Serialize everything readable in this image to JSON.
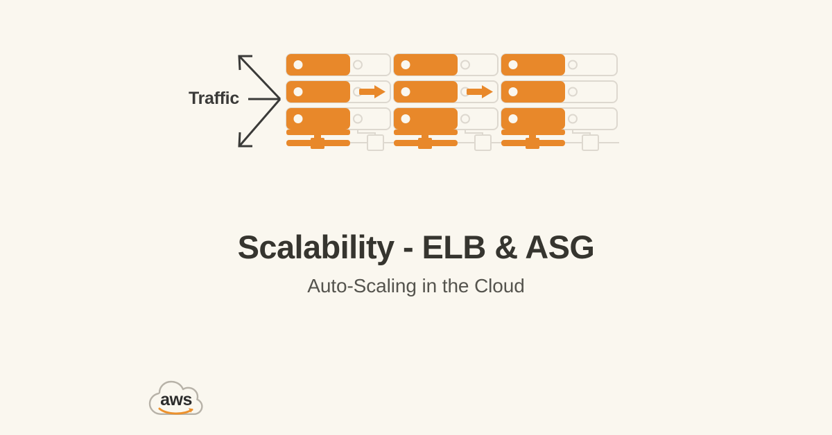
{
  "background_color": "#faf7ef",
  "diagram": {
    "name": "elb-asg-scaling-diagram",
    "traffic_label": "Traffic",
    "colors": {
      "server_active": "#e8882a",
      "server_ghost_stroke": "#dcd7ce",
      "arrow_dark": "#3a3a38",
      "arrow_orange": "#e8882a"
    },
    "groups": [
      {
        "id": "group-1",
        "active_servers": 3,
        "ghost_servers": 3,
        "bus_active": true
      },
      {
        "id": "group-2",
        "active_servers": 3,
        "ghost_servers": 3,
        "bus_active": true
      },
      {
        "id": "group-3",
        "active_servers": 3,
        "ghost_servers": 3,
        "bus_active": true
      }
    ],
    "scale_arrows": 2,
    "traffic_arrow": {
      "type": "split-arrow",
      "branches": 2
    }
  },
  "title": {
    "main": "Scalability - ELB & ASG",
    "subtitle": "Auto-Scaling in the Cloud"
  },
  "logo": {
    "wordmark": "aws",
    "shape": "cloud-outline",
    "smile_color": "#ec912d",
    "text_color": "#2b2b2b",
    "cloud_color": "#b7b2a8"
  }
}
